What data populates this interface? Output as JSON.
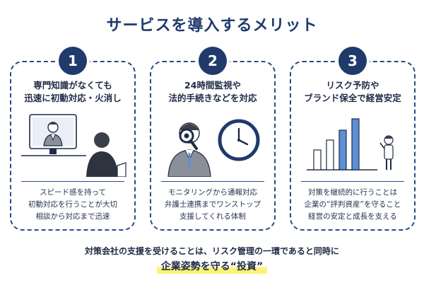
{
  "title": "サービスを導入するメリット",
  "cards": [
    {
      "number": "1",
      "heading": [
        "専門知識がなくても",
        "迅速に初動対応・火消し"
      ],
      "description": [
        "スピード感を持って",
        "初動対応を行うことが大切",
        "相談から対応まで迅速"
      ],
      "illustration_icon": "video-consultation-icon"
    },
    {
      "number": "2",
      "heading": [
        "24時間監視や",
        "法的手続きなどを対応"
      ],
      "description": [
        "モニタリングから通報対応",
        "弁護士連携までワンストップ",
        "支援してくれる体制"
      ],
      "illustration_icon": "magnifier-clock-icon"
    },
    {
      "number": "3",
      "heading": [
        "リスク予防や",
        "ブランド保全で経営安定"
      ],
      "description": [
        "対策を継続的に行うことは",
        "企業の“評判資産”を守ること",
        "経営の安定と成長を支える"
      ],
      "illustration_icon": "growth-chart-icon"
    }
  ],
  "footer": {
    "line1": "対策会社の支援を受けることは、リスク管理の一環であると同時に",
    "line2": "企業姿勢を守る“投資”"
  },
  "colors": {
    "navy": "#1f3a6b",
    "border": "#2c4a86",
    "highlight": "#fbf27a",
    "chart_blue": "#5c8fd6"
  }
}
